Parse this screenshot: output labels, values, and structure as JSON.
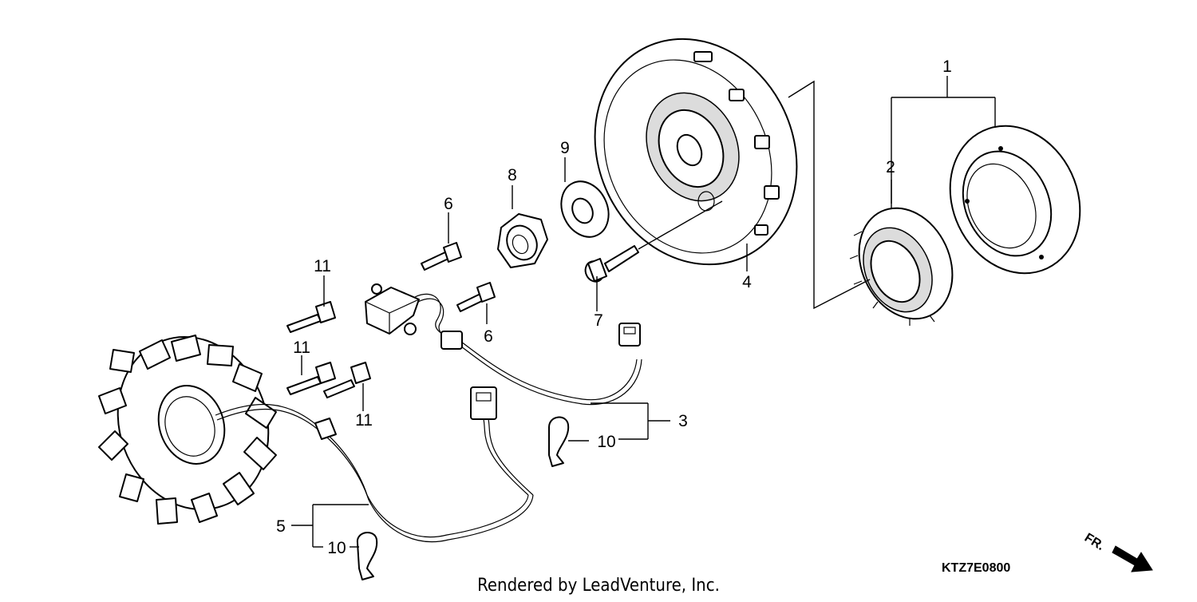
{
  "callouts": {
    "c1": "1",
    "c2": "2",
    "c3": "3",
    "c4": "4",
    "c5": "5",
    "c6a": "6",
    "c6b": "6",
    "c7": "7",
    "c8": "8",
    "c9": "9",
    "c10a": "10",
    "c10b": "10",
    "c11a": "11",
    "c11b": "11",
    "c11c": "11"
  },
  "diagram_code": "KTZ7E0800",
  "front_indicator": "FR.",
  "footer": "Rendered by LeadVenture, Inc.",
  "colors": {
    "line": "#000000",
    "background": "#ffffff",
    "fill": "#ffffff"
  }
}
